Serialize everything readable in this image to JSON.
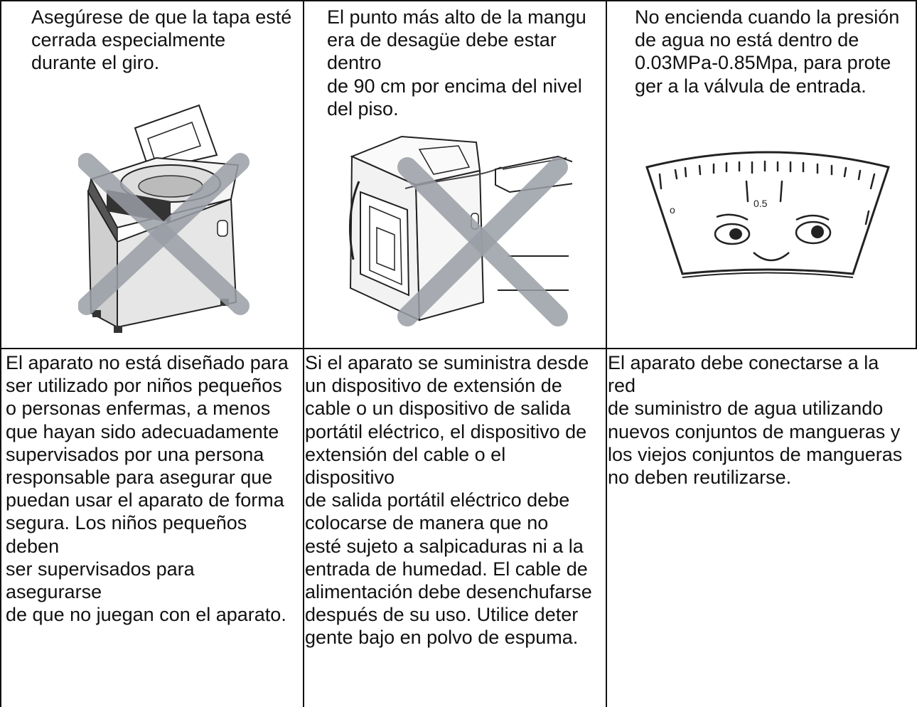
{
  "top_row": [
    {
      "text": "Asegúrese de que la tapa esté\ncerrada especialmente\ndurante el giro.",
      "icon": "top-load-washer-open-lid-crossed-icon"
    },
    {
      "text": "El punto más alto de la mangu\nera de desagüe debe estar\ndentro\nde 90 cm por encima del nivel\ndel piso.",
      "icon": "washer-drain-hose-crossed-icon"
    },
    {
      "text": "No encienda cuando la presión\nde agua no está dentro de\n0.03MPa-0.85Mpa, para prote\nger a la válvula de entrada.",
      "icon": "pressure-gauge-face-icon",
      "gauge_label": "0.5",
      "gauge_zero": "o"
    }
  ],
  "bottom_row": [
    {
      "text": "El aparato no está diseñado para\nser utilizado por niños pequeños\no personas enfermas, a menos\nque hayan sido adecuadamente\nsupervisados por una persona\nresponsable para asegurar que\npuedan usar el aparato de forma\nsegura. Los niños pequeños\ndeben\nser supervisados para\nasegurarse\nde que no juegan con el aparato."
    },
    {
      "text": "Si el aparato se suministra desde\nun dispositivo de extensión de\ncable o un dispositivo de salida\nportátil eléctrico, el dispositivo de\nextensión del cable o el\ndispositivo\nde salida portátil eléctrico debe\ncolocarse de manera que no\nesté sujeto a salpicaduras ni a la\nentrada de humedad. El cable de\nalimentación debe desenchufarse\ndespués de su uso. Utilice deter\ngente bajo en polvo de espuma."
    },
    {
      "text": "El aparato debe conectarse a la\nred\nde suministro de agua utilizando\nnuevos conjuntos de mangueras y\nlos viejos conjuntos de mangueras\nno deben reutilizarse."
    }
  ],
  "colors": {
    "line": "#111111",
    "cross": "#9a9ea6"
  }
}
